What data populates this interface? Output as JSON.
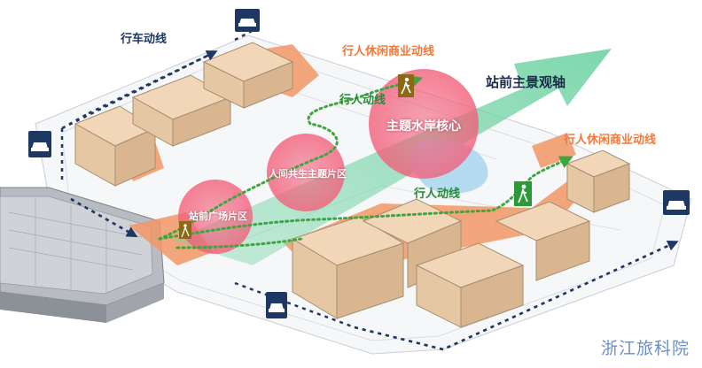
{
  "colors": {
    "navy": "#1f3763",
    "orange_label": "#f07a3a",
    "green_label": "#2a8a3a",
    "axis_label": "#1b2a4a",
    "building": "#f1d7b8",
    "pedestrian_route": "#3da63d",
    "commercial_route": "#f29766",
    "axis_arrow": "#6fd3a3",
    "zone_circle": "#f25f7a",
    "watermark": "#6b8fc9"
  },
  "labels": {
    "vehicle_route": "行车动线",
    "commercial_route_top": "行人休闲商业动线",
    "commercial_route_right": "行人休闲商业动线",
    "pedestrian_route_top": "行人动线",
    "pedestrian_route_mid": "行人动线",
    "main_axis": "站前主景观轴",
    "zone_core": "主题水岸核心",
    "zone_mid": "人间共生主题片区",
    "zone_plaza": "站前广场片区"
  },
  "icons": {
    "car_signs": [
      "car-icon",
      "car-icon",
      "car-icon",
      "car-icon"
    ],
    "pedestrian_signs": [
      "pedestrian-icon",
      "pedestrian-icon",
      "pedestrian-icon"
    ]
  },
  "watermark": "浙江旅科院"
}
